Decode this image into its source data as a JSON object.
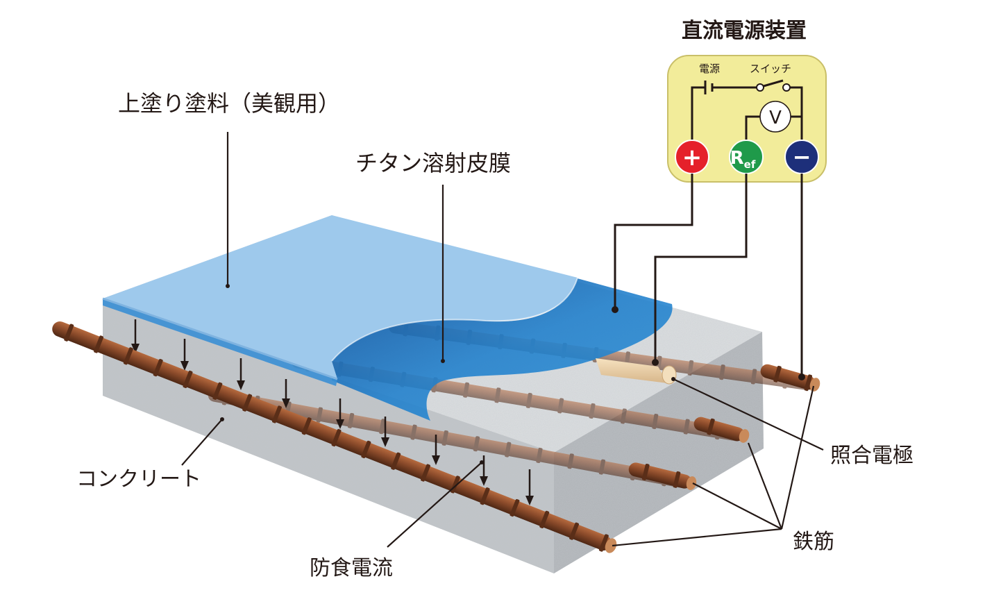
{
  "title": "直流電源装置",
  "labels": {
    "topcoat": "上塗り塗料（美観用）",
    "titanium": "チタン溶射皮膜",
    "concrete": "コンクリート",
    "current": "防食電流",
    "reference": "照合電極",
    "rebar": "鉄筋"
  },
  "power_unit": {
    "power_label": "電源",
    "switch_label": "スイッチ",
    "meter": "V",
    "plus": "+",
    "ref_main": "R",
    "ref_sub": "ef",
    "minus": "−"
  },
  "colors": {
    "topcoat": "#9ec9ec",
    "titanium": "#1a6fb8",
    "panel": "#f2ec9a",
    "plus": "#e5202a",
    "ref": "#1f9a4a",
    "minus": "#1d2f7a",
    "rebar": "#8a4a2a"
  }
}
